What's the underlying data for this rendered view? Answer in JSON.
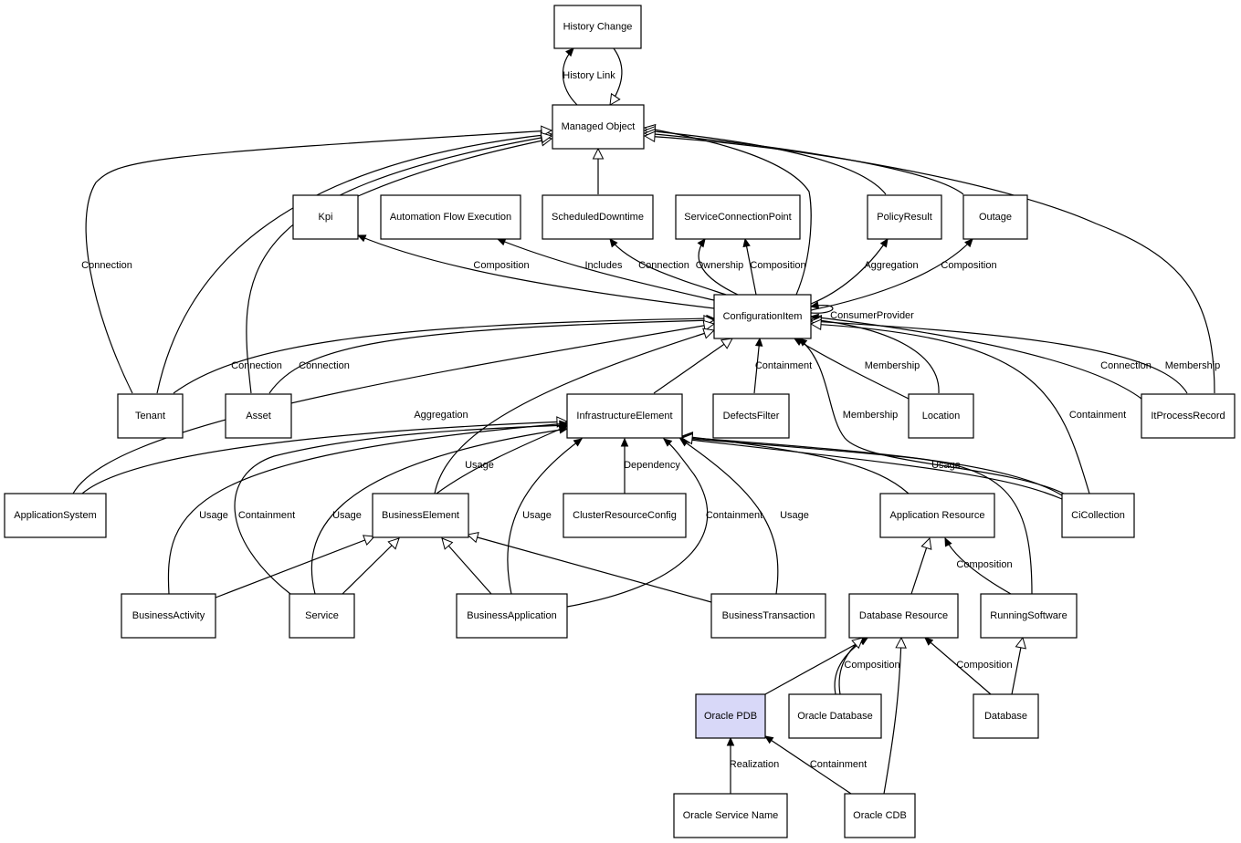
{
  "nodes": {
    "history_change": "History Change",
    "managed_object": "Managed Object",
    "kpi": "Kpi",
    "automation_flow_execution": "Automation Flow Execution",
    "scheduled_downtime": "ScheduledDowntime",
    "service_connection_point": "ServiceConnectionPoint",
    "policy_result": "PolicyResult",
    "outage": "Outage",
    "configuration_item": "ConfigurationItem",
    "tenant": "Tenant",
    "asset": "Asset",
    "infrastructure_element": "InfrastructureElement",
    "defects_filter": "DefectsFilter",
    "location": "Location",
    "it_process_record": "ItProcessRecord",
    "application_system": "ApplicationSystem",
    "business_element": "BusinessElement",
    "cluster_resource_config": "ClusterResourceConfig",
    "application_resource": "Application Resource",
    "ci_collection": "CiCollection",
    "business_activity": "BusinessActivity",
    "service": "Service",
    "business_application": "BusinessApplication",
    "business_transaction": "BusinessTransaction",
    "database_resource": "Database Resource",
    "running_software": "RunningSoftware",
    "oracle_pdb": "Oracle PDB",
    "oracle_database": "Oracle Database",
    "database": "Database",
    "oracle_service_name": "Oracle Service Name",
    "oracle_cdb": "Oracle CDB"
  },
  "edge_labels": {
    "history_link": "History Link",
    "connection_tenant_mo": "Connection",
    "composition_kpi": "Composition",
    "includes": "Includes",
    "connection_sd": "Connection",
    "ownership": "Ownership",
    "composition_scp": "Composition",
    "aggregation_pr": "Aggregation",
    "composition_outage": "Composition",
    "consumer_provider": "ConsumerProvider",
    "connection_tenant_ci": "Connection",
    "connection_asset_ci": "Connection",
    "containment_defects": "Containment",
    "membership_location": "Membership",
    "connection_itpr": "Connection",
    "membership_itpr": "Membership",
    "aggregation_appsys": "Aggregation",
    "membership_cicol": "Membership",
    "containment_cicol": "Containment",
    "usage_be": "Usage",
    "dependency": "Dependency",
    "usage_cicol": "Usage",
    "usage_ba": "Usage",
    "containment_service": "Containment",
    "usage_service": "Usage",
    "usage_bapp": "Usage",
    "containment_bapp": "Containment",
    "usage_bt": "Usage",
    "composition_rs": "Composition",
    "composition_odb": "Composition",
    "composition_db": "Composition",
    "realization": "Realization",
    "containment_cdb": "Containment"
  },
  "colors": {
    "highlight_fill": "#d8d8f8",
    "stroke": "#000000"
  }
}
